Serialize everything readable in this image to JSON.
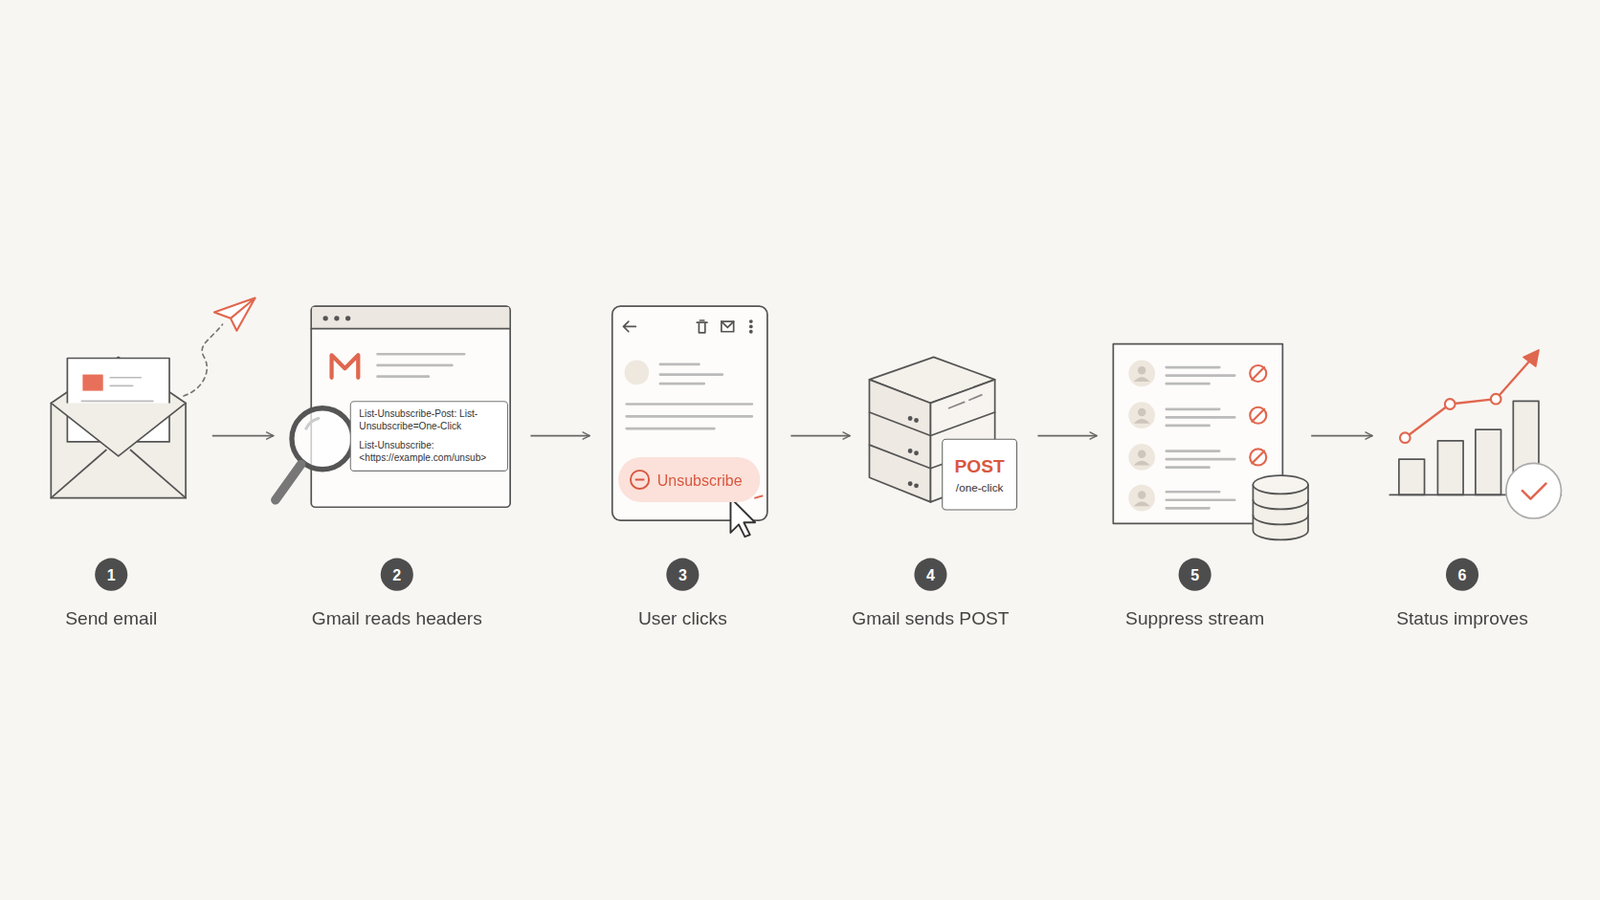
{
  "diagram": {
    "nodes": [
      {
        "text": [
          "Send email"
        ]
      },
      {
        "text": [
          "1"
        ],
        "in": 0
      },
      {
        "text": [
          "Gmail reads headers"
        ]
      },
      {
        "text": [
          "List-Unsubscribe-Post: List-Unsubscribe=One-Click",
          "List-Unsubscribe: <https://example.com/unsub>"
        ],
        "in": 2
      },
      {
        "text": [
          "2"
        ],
        "in": 2
      },
      {
        "text": [
          "User clicks"
        ]
      },
      {
        "text": [
          "Unsubscribe"
        ],
        "in": 5
      },
      {
        "text": [
          "3"
        ],
        "in": 5
      },
      {
        "text": [
          "Gmail sends POST"
        ]
      },
      {
        "text": [
          "POST",
          "/one-click"
        ],
        "in": 8
      },
      {
        "text": [
          "4"
        ],
        "in": 8
      },
      {
        "text": [
          "Suppress stream"
        ]
      },
      {
        "text": [
          "5"
        ],
        "in": 11
      },
      {
        "text": [
          "Status improves"
        ]
      },
      {
        "text": [
          "6"
        ],
        "in": 13
      }
    ],
    "edges": [
      {
        "from": 0,
        "to": 2,
        "arrow": "to"
      },
      {
        "from": 2,
        "to": 5,
        "arrow": "to"
      },
      {
        "from": 5,
        "to": 8,
        "arrow": "to"
      },
      {
        "from": 8,
        "to": 11,
        "arrow": "to"
      },
      {
        "from": 11,
        "to": 13,
        "arrow": "to"
      }
    ]
  }
}
